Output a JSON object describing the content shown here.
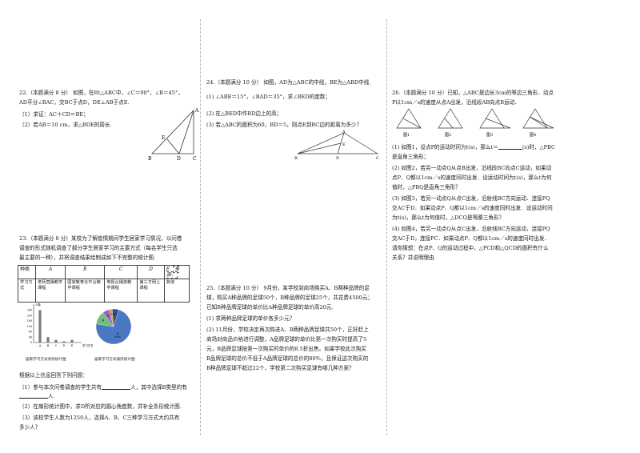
{
  "q22": {
    "line1": "22.（本题满分 8 分） 如图，在Rt△ABC中，∠C＝90°，∠B＝45°，",
    "line2": "AD平分∠BAC，交BC于点D，DE⊥AB于点E.",
    "part1": "（1）求证：AC＋CD＝BE；",
    "part2": "（2）若AB＝10 cm，求△BDE的周长.",
    "figure_labels": [
      "A",
      "E",
      "B",
      "D",
      "C"
    ]
  },
  "q23": {
    "line1": "23.（本题满分 8 分）某校为了解疫情期间学生居家学习情况，以问卷",
    "line2": "调查的形式随机调查了部分学生居家学习的主要方式（每名学生只选",
    "line3": "最主要的一种），并将调查结果绘制成如下不完整的统计图.",
    "table": {
      "headers": [
        "种类",
        "A",
        "B",
        "C",
        "D",
        "E"
      ],
      "source_tag": "来源：",
      "rows": [
        [
          "学习方式",
          "老师直播教学课程",
          "国家教育云平台教学课程",
          "电视台播放教学课程",
          "第三方网上课程",
          "其他"
        ]
      ]
    },
    "bar_caption": "居家学习方式条形统计图",
    "pie_caption": "居家学习方式扇形统计图",
    "after": "根据以上信息回答下列问题：",
    "p1a": "（1）参与本次问卷调查的学生共有",
    "p1b": "人，其中选择B类型的有",
    "p1c": "人.",
    "p2": "（2）在扇形统计图中，求D所对应的圆心角度数，并补全条形统计图.",
    "p3a": "（3）该校学生人数为1250人，选择A、B、C三种学习方式大约共有",
    "p3b": "多少人？"
  },
  "chart_data": {
    "type": "bar",
    "title": "居家学习方式条形统计图",
    "xlabel": "学习方式",
    "ylabel": "人数",
    "categories": [
      "A",
      "B",
      "C",
      "D",
      "E"
    ],
    "values": [
      240,
      40,
      20,
      10,
      20
    ],
    "yticks": [
      0,
      40,
      80,
      120,
      160,
      200,
      240
    ],
    "ylim": [
      0,
      260
    ],
    "grid": false,
    "pie": {
      "slice_labels": [
        "A",
        "B",
        "C",
        "D",
        "E"
      ],
      "percent_label": "80%",
      "colors": [
        "#4a78c2",
        "#6fbf7a",
        "#9a62c4",
        "#e6a23c",
        "#2f4f8f"
      ]
    }
  },
  "q24": {
    "line1": "24.（本题满分 10 分） 如图，AD为△ABC的中线，BE为△ABD中线.",
    "part1": "(1) ∠ABE＝15°，∠BAD＝35°，求∠BED的度数；",
    "part2": "(2) 在△BED中作BD边上的高；",
    "part3": "(3) 若△ABC的面积为60，BD＝5，则点E到BC边的距离为多少？",
    "figure_labels": [
      "A",
      "E",
      "B",
      "D",
      "C"
    ]
  },
  "q25": {
    "line1": "25.（本题满分 10 分） 9月份，某学校到商场购买A、B两种品牌的足",
    "line2": "球，购买A种品牌的足球50个，B种品牌的足球25个，共花费4500元；",
    "line3": "已知B种品牌足球的单价比A种品牌足球的单价高20元.",
    "part1": "(1) 求两种品牌足球的单价各多少元？",
    "part2_1": "(2) 11月份，学校决定再次购进A、B两种品牌足球共50个，正好赶上",
    "part2_2": "商场对商品价格进行调整，A品牌足球的单价比第一次购买时提高了5",
    "part2_3": "元，B品牌足球按第一次购买时单价的8.5折出售。如果学校此次购买",
    "part2_4": "B品牌足球的总价不低于A品牌足球的总价的80%，且保证这次购买的",
    "part2_5": "B种品牌足球不超过22个，学校第二次购买足球有哪几种方案？"
  },
  "q26": {
    "line1": "26.（本题满分 10 分）已知，△ABC是边长3cm的等边三角形．动点",
    "line2": "P以1cm／s的速度从点A出发，沿线段AB向点B运动．",
    "figure_captions": [
      "图1",
      "图2",
      "图3",
      "图4"
    ],
    "p1a": "(1) 如图1，设点P的运动时间为t(s)，那么t＝",
    "p1b": "(s)时，△PBC",
    "p1c": "是直角三角形；",
    "p2_1": "(2) 如图2，若另一动点Q从点B出发，沿线段BC向点C运动，如果动",
    "p2_2": "点P、Q都以1cm／s的速度同时出发．设运动时间为t(s)，那么t为何",
    "p2_3": "值时，△PBQ是直角三角形？",
    "p3_1": "(3) 如图3，若另一动点Q从点C出发，沿射线BC方向运动．连接PQ",
    "p3_2": "交AC于D．如果动点P、Q都以1cm／s的速度同时出发．设运动时间",
    "p3_3": "为t(s)，那么t为何值时，△DCQ是等腰三角形？",
    "p4_1": "(4) 如图4，若另一动点Q从点C出发，沿射线BC方向运动，连接PQ",
    "p4_2": "交AC于D，连接PC．如果动点P、Q都以1cm／s的速度同时出发．",
    "p4_3": "请你猜想：在点P、Q的运动过程中，△PCD和△QCD的面积有什么",
    "p4_4": "关系？并说明理由."
  }
}
